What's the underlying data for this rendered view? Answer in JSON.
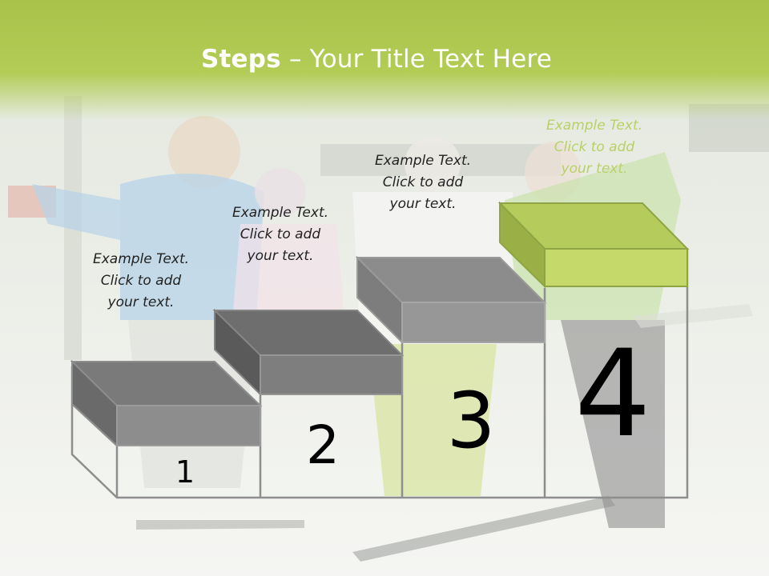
{
  "title": {
    "bold": "Steps",
    "rest": " – Your Title Text Here"
  },
  "steps": [
    {
      "number": "1",
      "caption": [
        "Example Text.",
        "Click  to add",
        "your text."
      ]
    },
    {
      "number": "2",
      "caption": [
        "Example Text.",
        "Click  to add",
        "your text."
      ]
    },
    {
      "number": "3",
      "caption": [
        "Example Text.",
        "Click  to add",
        "your text."
      ]
    },
    {
      "number": "4",
      "caption": [
        "Example Text.",
        "Click  to add",
        "your text."
      ]
    }
  ],
  "colors": {
    "header": "#a8c24a",
    "step_gray": "#8a8a8a",
    "step_top_gray": "#6e6e6e",
    "highlight_green": "#b5cc5c",
    "highlight_green_dark": "#9ab046"
  }
}
